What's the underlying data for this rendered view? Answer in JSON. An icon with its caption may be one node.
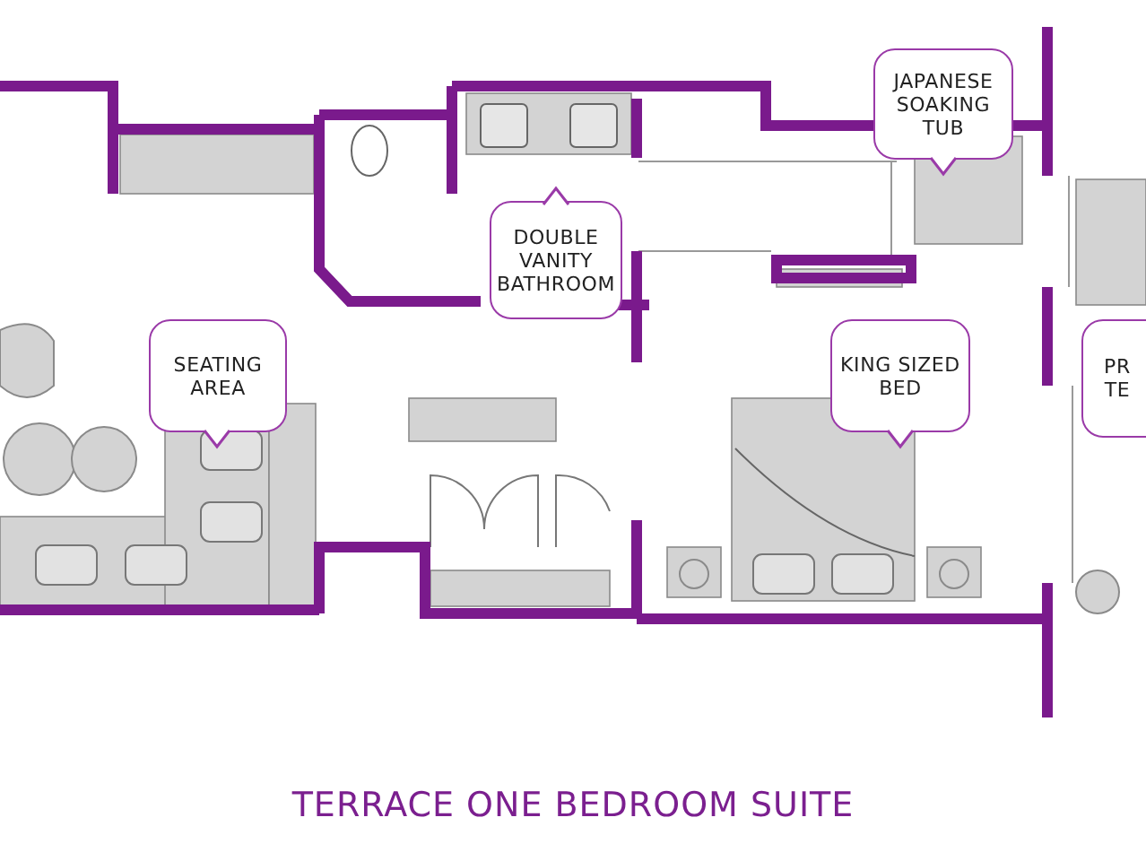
{
  "diagram": {
    "title": "TERRACE ONE BEDROOM SUITE",
    "nodes": [
      {
        "text": [
          "JAPANESE SOAKING TUB"
        ]
      },
      {
        "text": [
          "DOUBLE VANITY BATHROOM"
        ]
      },
      {
        "text": [
          "SEATING AREA"
        ]
      },
      {
        "text": [
          "KING SIZED BED"
        ]
      },
      {
        "text": [
          "PR TE"
        ]
      }
    ],
    "edges": []
  }
}
